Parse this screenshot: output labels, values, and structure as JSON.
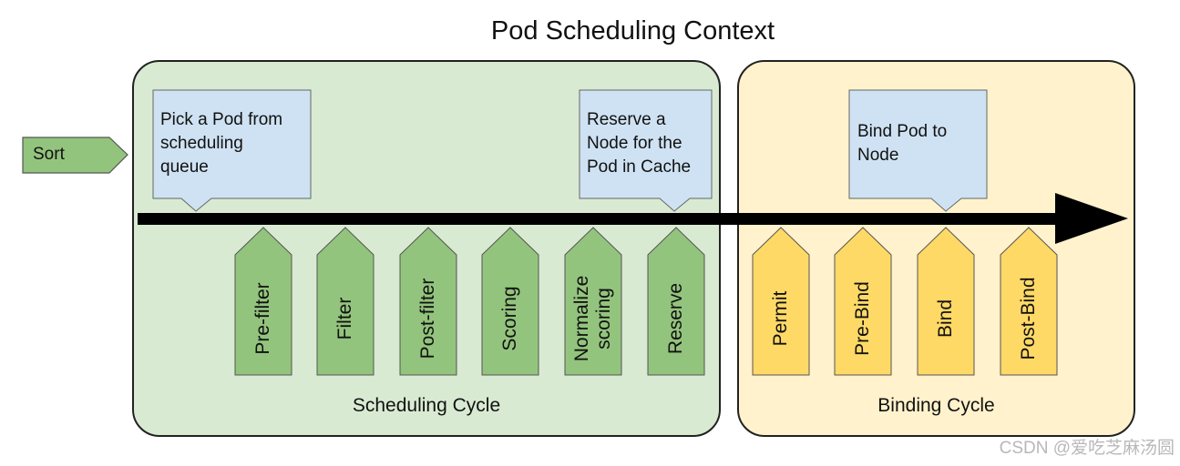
{
  "title": "Pod Scheduling Context",
  "sort_label": "Sort",
  "callouts": {
    "pick": [
      "Pick a Pod from",
      "scheduling",
      "queue"
    ],
    "reserve": [
      "Reserve a",
      "Node for the",
      "Pod in Cache"
    ],
    "bind": [
      "Bind Pod to",
      "Node"
    ]
  },
  "scheduling_cycle": {
    "label": "Scheduling Cycle",
    "stages": [
      "Pre-filter",
      "Filter",
      "Post-filter",
      "Scoring",
      "Normalize scoring",
      "Reserve"
    ]
  },
  "binding_cycle": {
    "label": "Binding Cycle",
    "stages": [
      "Permit",
      "Pre-Bind",
      "Bind",
      "Post-Bind"
    ]
  },
  "watermark": "CSDN @爱吃芝麻汤圆",
  "colors": {
    "scheduling_bg": "#d9ead3",
    "binding_bg": "#fff2cc",
    "scheduling_stage": "#93c47d",
    "binding_stage": "#ffd966",
    "callout": "#cfe2f3",
    "sort": "#93c47d"
  }
}
